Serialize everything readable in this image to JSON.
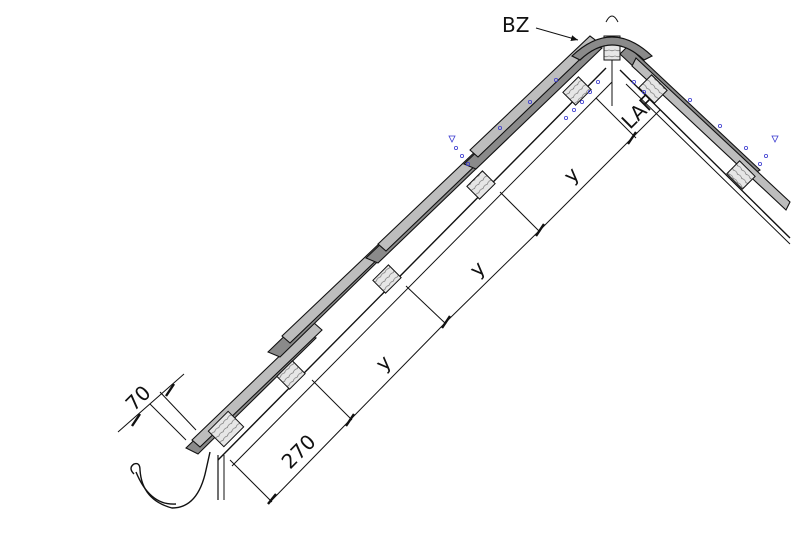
{
  "labels": {
    "ridge_cap": "BZ",
    "top_batten_gauge": "LAF",
    "eaves_overhang": "70",
    "first_batten_distance": "270",
    "batten_gauge_1": "y",
    "batten_gauge_2": "y",
    "batten_gauge_3": "y"
  },
  "colors": {
    "line": "#111111",
    "tile_fill": "#8a8a8a",
    "batten_fill": "#d4d4d4",
    "ventilation": "#3a3ad0"
  }
}
